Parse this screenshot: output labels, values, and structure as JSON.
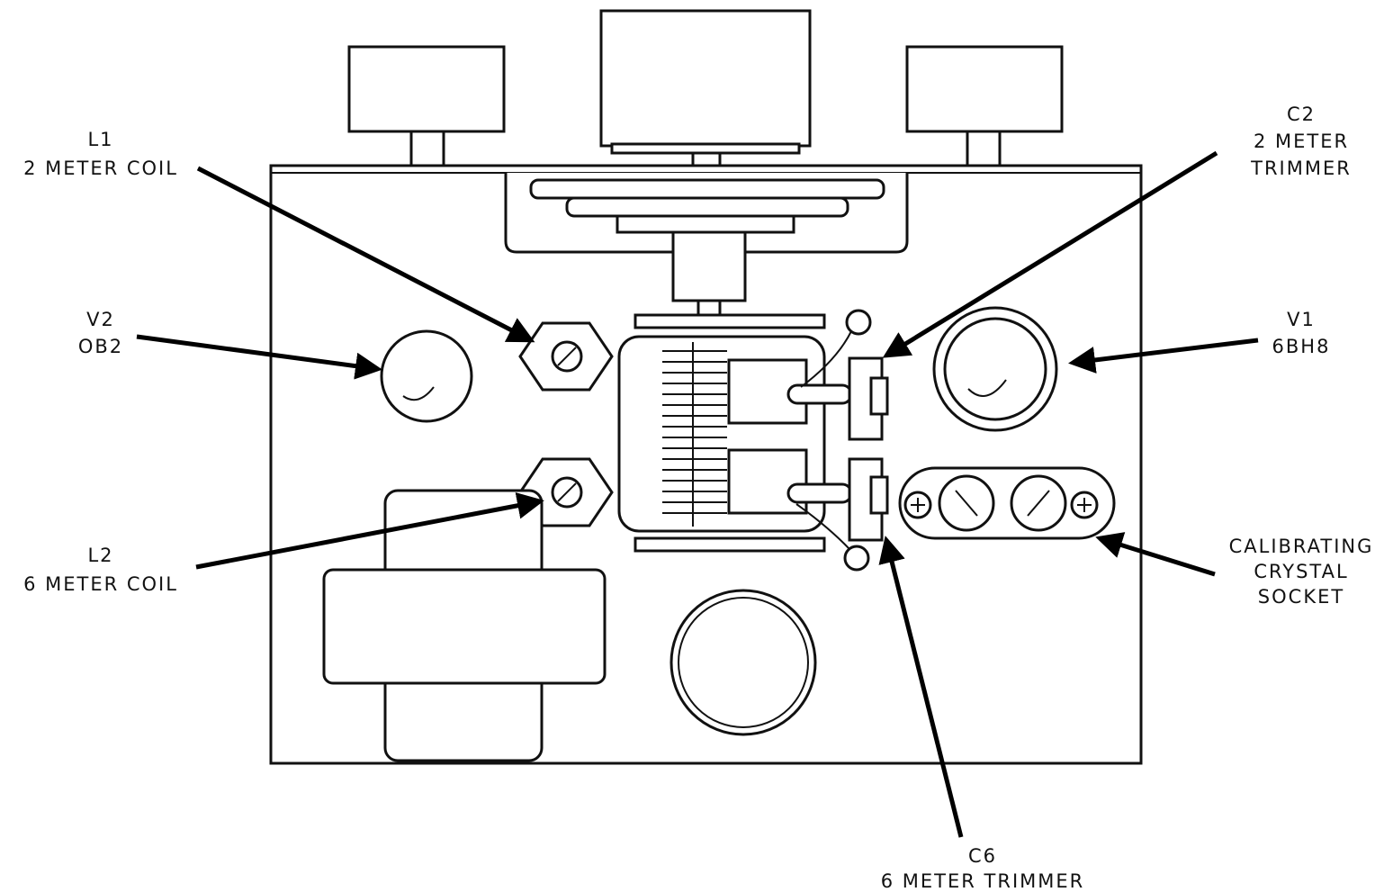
{
  "labels": {
    "l1": {
      "ref": "L1",
      "desc": "2 METER COIL"
    },
    "c2": {
      "ref": "C2",
      "desc1": "2 METER",
      "desc2": "TRIMMER"
    },
    "v2": {
      "ref": "V2",
      "desc": "OB2"
    },
    "v1": {
      "ref": "V1",
      "desc": "6BH8"
    },
    "l2": {
      "ref": "L2",
      "desc": "6 METER COIL"
    },
    "crystal": {
      "line1": "CALIBRATING",
      "line2": "CRYSTAL",
      "line3": "SOCKET"
    },
    "c6": {
      "ref": "C6",
      "desc": "6 METER TRIMMER"
    }
  }
}
